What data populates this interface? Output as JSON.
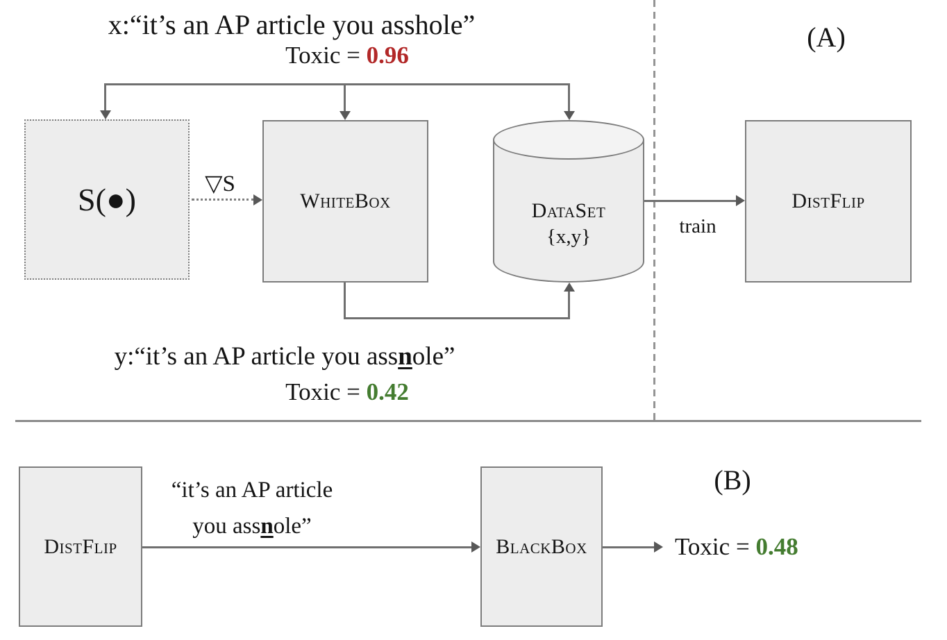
{
  "figure": {
    "colors": {
      "toxic_high": "#b22828",
      "toxic_low": "#447c30",
      "box_fill": "#ededed",
      "line_gray": "#6f6f6f"
    }
  },
  "section_a": {
    "panel_label": "(A)",
    "input_sentence": "x:“it’s an AP article you asshole”",
    "input_score_label": "Toxic =",
    "input_score_value": "0.96",
    "scorer_label": "S(●)",
    "gradient_label": "▽S",
    "whitebox_label": "WhiteBox",
    "dataset_label": "DataSet",
    "dataset_sublabel": "{x,y}",
    "train_label": "train",
    "distflip_label": "DistFlip",
    "output_sentence_pre": "y:“it’s an AP article you ass",
    "output_sentence_em": "n",
    "output_sentence_post": "ole”",
    "output_score_label": "Toxic =",
    "output_score_value": "0.42"
  },
  "section_b": {
    "panel_label": "(B)",
    "distflip_label": "DistFlip",
    "message_line1": "“it’s an AP article",
    "message_line2_pre": "you ass",
    "message_line2_em": "n",
    "message_line2_post": "ole”",
    "blackbox_label": "BlackBox",
    "result_label": "Toxic =",
    "result_value": "0.48"
  }
}
